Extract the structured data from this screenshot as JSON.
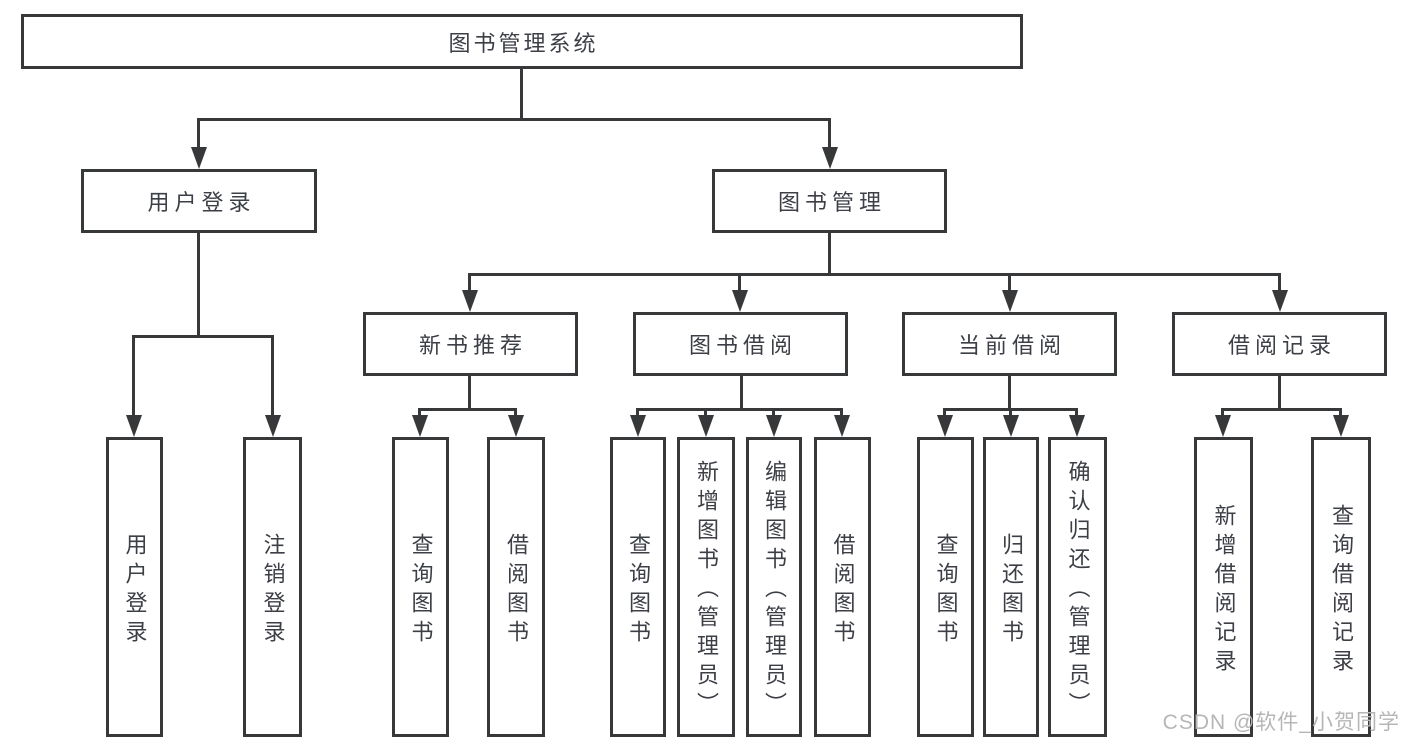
{
  "diagram": {
    "root": "图书管理系统",
    "level2": {
      "user_login": "用户登录",
      "book_mgmt": "图书管理"
    },
    "level3": {
      "new_books": "新书推荐",
      "book_borrow": "图书借阅",
      "current_borrow": "当前借阅",
      "borrow_records": "借阅记录"
    },
    "leaves": {
      "login": [
        "用户登录",
        "注销登录"
      ],
      "new_books": [
        "查询图书",
        "借阅图书"
      ],
      "book_borrow": [
        "查询图书",
        "新增图书（管理员）",
        "编辑图书（管理员）",
        "借阅图书"
      ],
      "current_borrow": [
        "查询图书",
        "归还图书",
        "确认归还（管理员）"
      ],
      "borrow_records": [
        "新增借阅记录",
        "查询借阅记录"
      ]
    }
  },
  "watermark": "CSDN @软件_小贺同学",
  "colors": {
    "line": "#37383a",
    "text": "#3c3f45",
    "watermark": "#b6b6b6",
    "background": "#ffffff"
  }
}
